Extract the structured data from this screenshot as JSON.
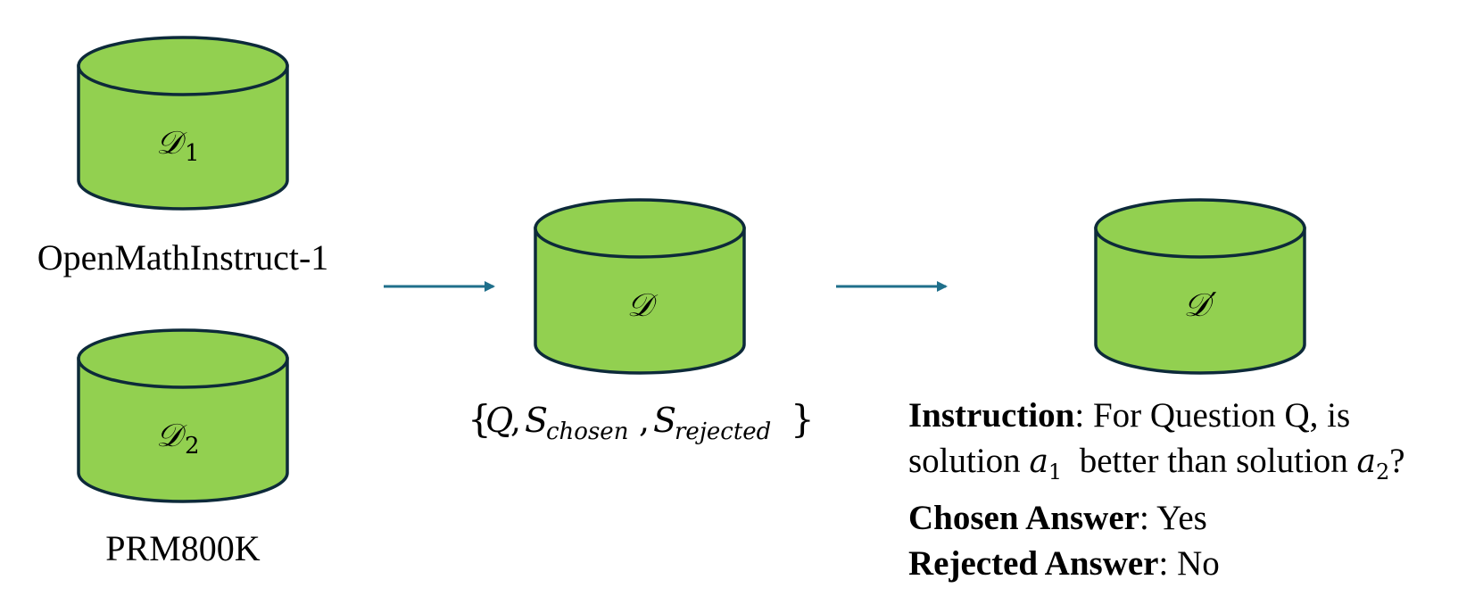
{
  "sources": [
    {
      "symbol": "𝒟",
      "subscript": "1",
      "label": "OpenMathInstruct-1"
    },
    {
      "symbol": "𝒟",
      "subscript": "2",
      "label": "PRM800K"
    }
  ],
  "merged": {
    "symbol": "𝒟",
    "tuple_open": "{",
    "q": "Q",
    "sep": ", ",
    "s": "S",
    "chosen_sub": "chosen",
    "rejected_sub": "rejected",
    "tuple_close": "}"
  },
  "final": {
    "symbol": "𝒟′",
    "instruction_label": "Instruction",
    "instruction_text1": ": For Question Q, is",
    "instruction_text2a": "solution ",
    "a1": "a",
    "a1_sub": "1",
    "instruction_text2b": "  better than solution ",
    "a2": "a",
    "a2_sub": "2",
    "instruction_text2c": "?",
    "chosen_label": "Chosen Answer",
    "chosen_value": ": Yes",
    "rejected_label": "Rejected Answer",
    "rejected_value": ": No"
  },
  "colors": {
    "cylinder_fill": "#92d050",
    "cylinder_stroke": "#0d2a3a",
    "arrow": "#1f6f8b"
  }
}
